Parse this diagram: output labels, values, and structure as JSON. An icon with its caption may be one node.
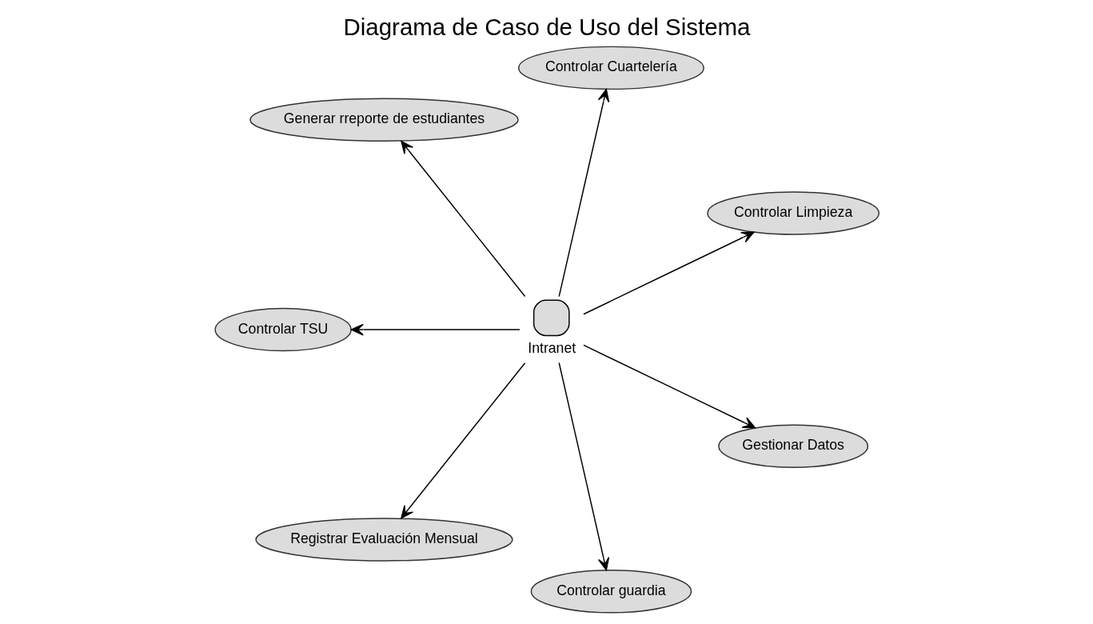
{
  "diagram": {
    "title": "Diagrama de Caso de Uso del Sistema",
    "nodes": [
      {
        "text": [
          "Controlar Limpieza"
        ]
      },
      {
        "text": [
          "Controlar Cuartelería"
        ]
      },
      {
        "text": [
          "Generar rreporte de estudiantes"
        ]
      },
      {
        "text": [
          "Controlar TSU"
        ]
      },
      {
        "text": [
          "Intranet"
        ]
      },
      {
        "text": [
          "Registrar Evaluación Mensual"
        ]
      },
      {
        "text": [
          "Controlar guardia"
        ]
      },
      {
        "text": [
          "Gestionar Datos"
        ]
      }
    ],
    "edges": [
      {
        "from": 4,
        "to": 0,
        "arrow": "to"
      },
      {
        "from": 4,
        "to": 1,
        "arrow": "to"
      },
      {
        "from": 4,
        "to": 2,
        "arrow": "to"
      },
      {
        "from": 4,
        "to": 3,
        "arrow": "to"
      },
      {
        "from": 4,
        "to": 5,
        "arrow": "to"
      },
      {
        "from": 4,
        "to": 6,
        "arrow": "to"
      },
      {
        "from": 4,
        "to": 7,
        "arrow": "to"
      }
    ]
  }
}
